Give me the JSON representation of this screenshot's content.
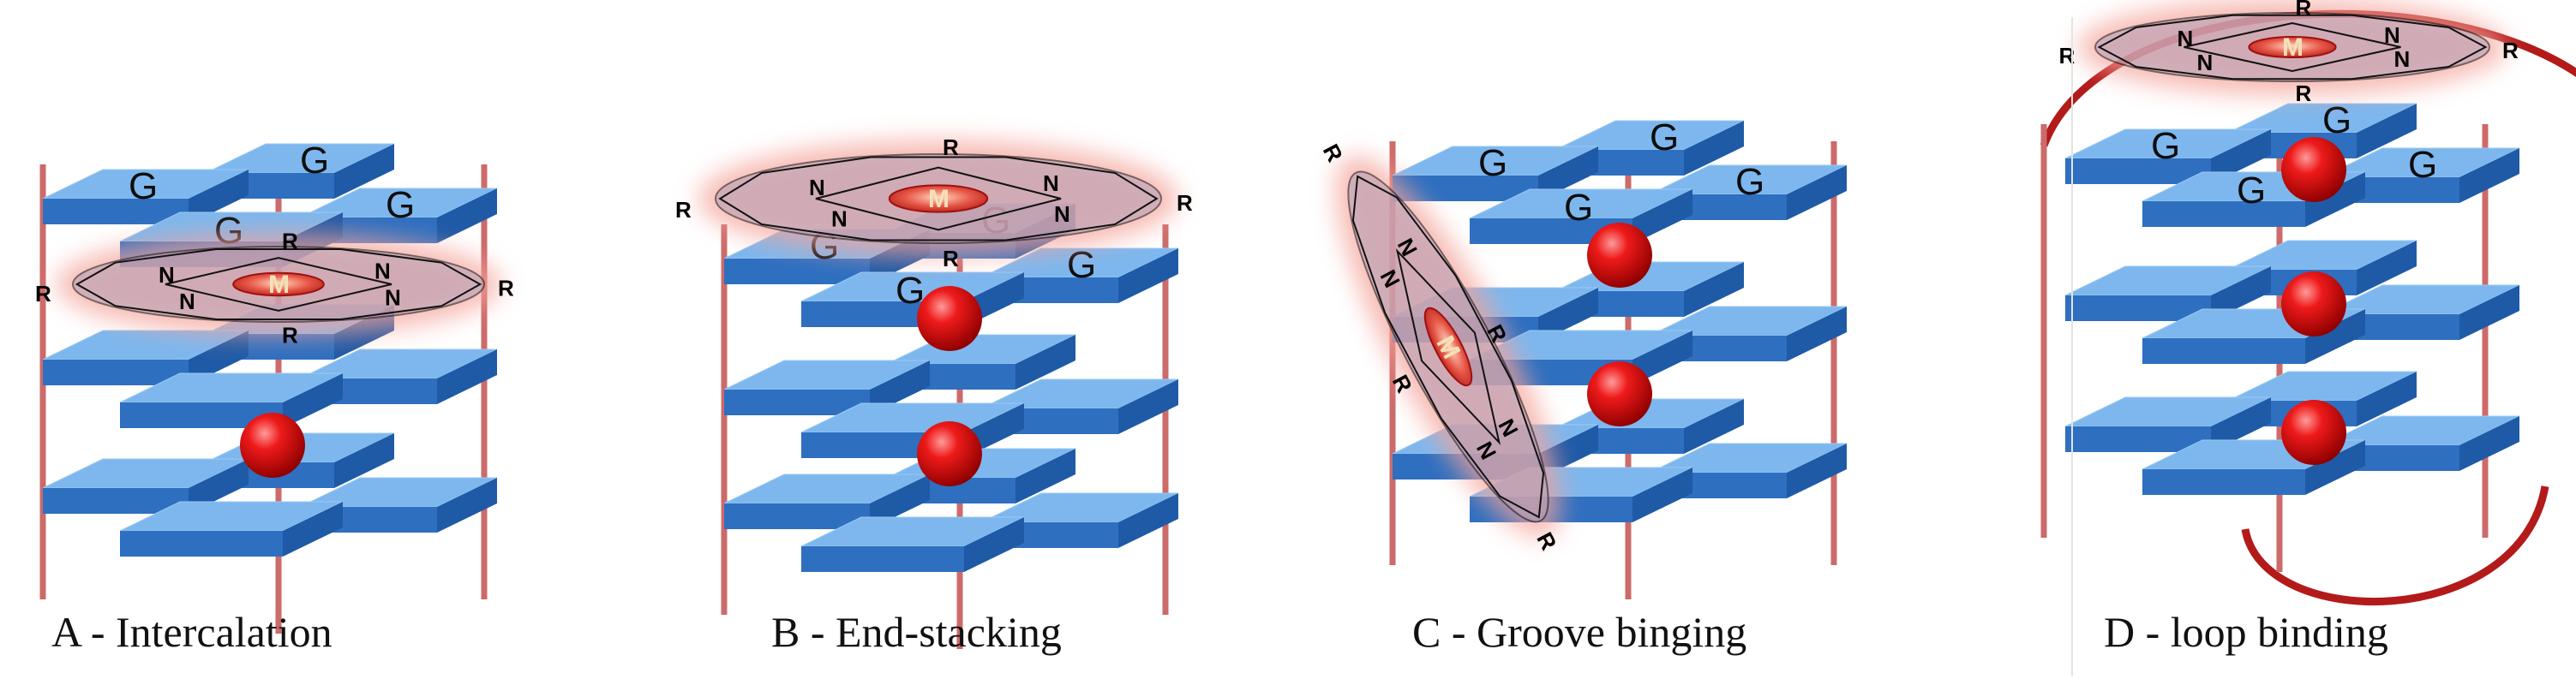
{
  "figure": {
    "colors": {
      "tetrad_top": "#7db7ee",
      "tetrad_front": "#2e6fc0",
      "tetrad_side": "#1f5aa6",
      "backbone": "#cd6a6a",
      "cation": "#ee1a1a",
      "loop": "#b31a1a",
      "porphyrin_glow": "#f4a39a",
      "porphyrin_fill": "#b2a0b8",
      "porphyrin_center": "#e85a4a"
    },
    "guanine_label": "G",
    "porphyrin": {
      "nitrogen": "N",
      "substituent": "R",
      "metal": "M"
    },
    "panels": [
      {
        "id": "A",
        "caption": "A - Intercalation",
        "mode": "intercalation"
      },
      {
        "id": "B",
        "caption": "B - End-stacking",
        "mode": "end-stacking"
      },
      {
        "id": "C",
        "caption": "C - Groove binging",
        "mode": "groove"
      },
      {
        "id": "D",
        "caption": "D - loop binding",
        "mode": "loop"
      }
    ]
  }
}
